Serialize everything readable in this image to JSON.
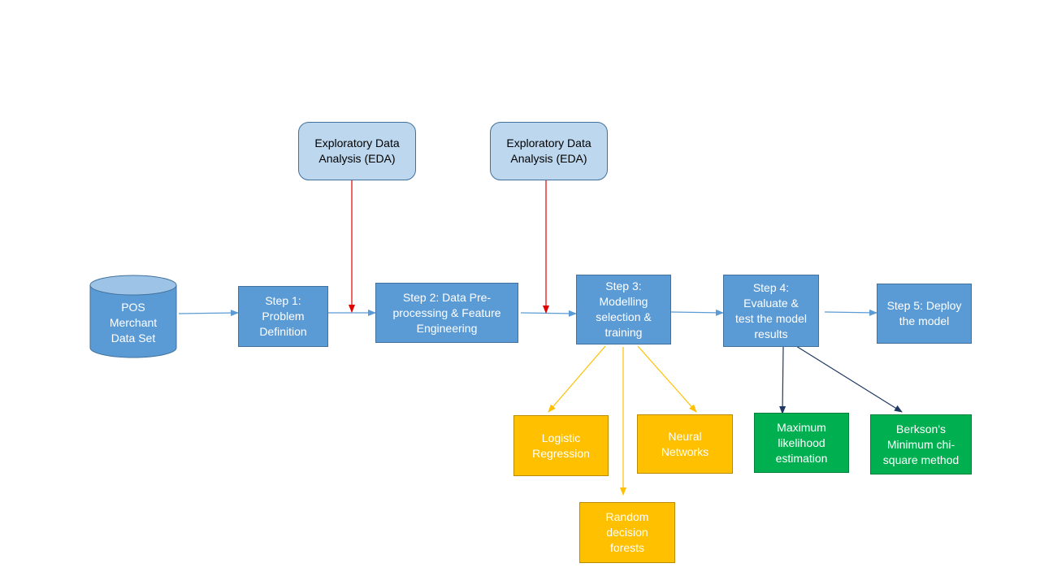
{
  "source": {
    "label": "POS\nMerchant\nData Set"
  },
  "eda": [
    {
      "label": "Exploratory Data\nAnalysis (EDA)"
    },
    {
      "label": "Exploratory Data\nAnalysis (EDA)"
    }
  ],
  "steps": [
    {
      "label": "Step 1:\nProblem\nDefinition"
    },
    {
      "label": "Step 2: Data Pre-\nprocessing & Feature\nEngineering"
    },
    {
      "label": "Step 3:\nModelling\nselection &\ntraining"
    },
    {
      "label": "Step 4:\nEvaluate &\ntest the model\nresults"
    },
    {
      "label": "Step 5: Deploy\nthe model"
    }
  ],
  "models": [
    {
      "label": "Logistic\nRegression"
    },
    {
      "label": "Random\ndecision\nforests"
    },
    {
      "label": "Neural\nNetworks"
    }
  ],
  "estimation": [
    {
      "label": "Maximum\nlikelihood\nestimation"
    },
    {
      "label": "Berkson's\nMinimum chi-\nsquare method"
    }
  ],
  "colors": {
    "flow": "#5b9bd5",
    "eda_arrow": "#e00000",
    "model_arrow": "#ffc000",
    "estimation_arrow": "#1f3864",
    "step_fill": "#5b9bd5",
    "eda_fill": "#bdd7ee",
    "model_fill": "#ffc000",
    "estimation_fill": "#00b050"
  }
}
